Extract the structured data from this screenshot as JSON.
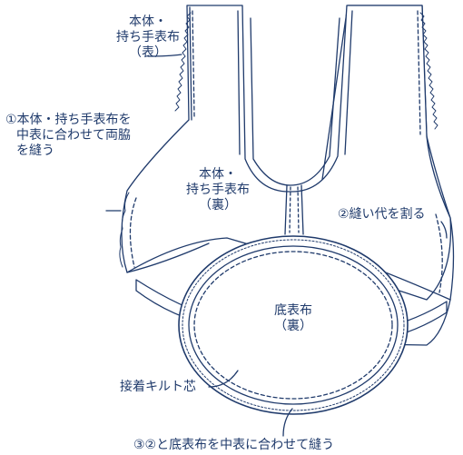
{
  "colors": {
    "line": "#1f3a6b",
    "paper": "#ffffff"
  },
  "labels": {
    "top_outer": [
      "本体・",
      "持ち手表布",
      "（表）"
    ],
    "step1": [
      "①本体・持ち手表布を",
      "中表に合わせて両脇",
      "を縫う"
    ],
    "center_lining": [
      "本体・",
      "持ち手表布",
      "（裏）"
    ],
    "step2": "②縫い代を割る",
    "bottom_panel": [
      "底表布",
      "（裏）"
    ],
    "quilt": "接着キルト芯",
    "step3": "③②と底表布を中表に合わせて縫う"
  }
}
